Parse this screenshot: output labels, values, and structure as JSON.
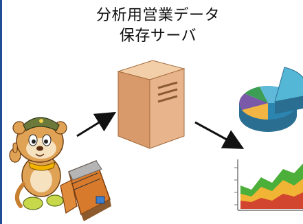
{
  "title": {
    "line1": "分析用営業データ",
    "line2": "保存サーバ"
  },
  "elements": {
    "mascot": "mascot-with-ticket-gate",
    "server": "server-tower-icon",
    "pie": "pie-chart-icon",
    "area": "area-chart-icon"
  },
  "colors": {
    "edge_bar": "#1f4e96",
    "server_body": "#e8b48c",
    "arrow": "#111111"
  }
}
